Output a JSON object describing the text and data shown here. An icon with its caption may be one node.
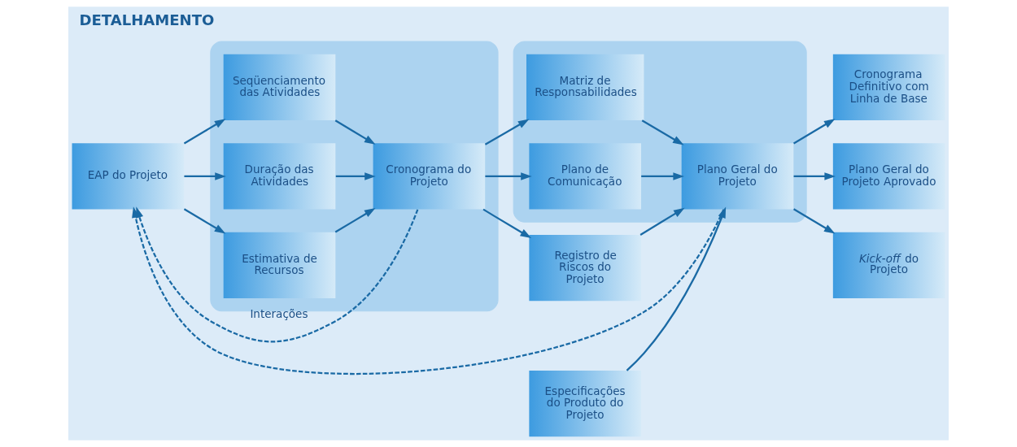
{
  "diagram": {
    "title": "DETALHAMENTO",
    "nodes": [
      {
        "text": [
          "EAP do Projeto"
        ]
      },
      {
        "text": [],
        "shape": "box"
      },
      {
        "text": [
          "Seqüenciamento das Atividades"
        ],
        "in": 1
      },
      {
        "text": [
          "Duração das Atividades"
        ],
        "in": 1
      },
      {
        "text": [
          "Estimativa de Recursos"
        ],
        "in": 1
      },
      {
        "text": [
          "Cronograma do Projeto"
        ],
        "in": 1
      },
      {
        "text": [
          "Registro de Riscos do Projeto"
        ]
      },
      {
        "text": [
          "Especificações do Produto do Projeto"
        ]
      },
      {
        "text": [],
        "shape": "box"
      },
      {
        "text": [
          "Matriz de Responsabilidades"
        ],
        "in": 8
      },
      {
        "text": [
          "Plano de Comunicação"
        ],
        "in": 8
      },
      {
        "text": [
          "Plano Geral do Projeto"
        ],
        "in": 8
      },
      {
        "text": [
          "Cronograma Definitivo com Linha de Base"
        ]
      },
      {
        "text": [
          "Plano Geral do Projeto Aprovado"
        ]
      },
      {
        "text": [
          "*Kick-off* do Projeto"
        ]
      }
    ],
    "edges": [
      {
        "from": 0,
        "to": 2,
        "arrow": "to"
      },
      {
        "from": 0,
        "to": 3,
        "arrow": "to"
      },
      {
        "from": 0,
        "to": 4,
        "arrow": "to"
      },
      {
        "from": 2,
        "to": 5,
        "arrow": "to"
      },
      {
        "from": 3,
        "to": 5,
        "arrow": "to"
      },
      {
        "from": 4,
        "to": 5,
        "arrow": "to"
      },
      {
        "from": 5,
        "to": 6,
        "arrow": "to"
      },
      {
        "from": 5,
        "to": 9,
        "arrow": "to"
      },
      {
        "from": 5,
        "to": 10,
        "arrow": "to"
      },
      {
        "from": 6,
        "to": 11,
        "arrow": "to"
      },
      {
        "from": 9,
        "to": 11,
        "arrow": "to"
      },
      {
        "from": 10,
        "to": 11,
        "arrow": "to"
      },
      {
        "from": 7,
        "to": 11,
        "arrow": "to"
      },
      {
        "from": 11,
        "to": 12,
        "arrow": "to"
      },
      {
        "from": 11,
        "to": 13,
        "arrow": "to"
      },
      {
        "from": 11,
        "to": 14,
        "arrow": "to"
      },
      {
        "from": 5,
        "to": 0,
        "arrow": "to",
        "style": "dashed",
        "label": "Interações"
      },
      {
        "from": 11,
        "to": 0,
        "arrow": "to",
        "style": "dashed"
      }
    ]
  }
}
